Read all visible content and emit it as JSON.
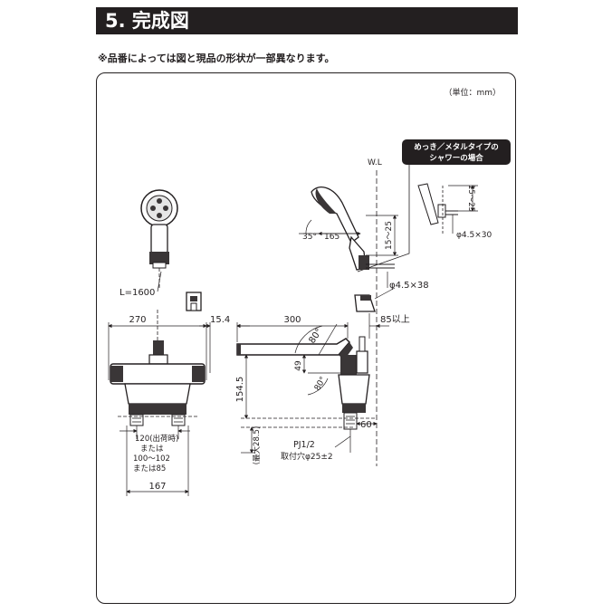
{
  "header": {
    "title": "5. 完成図"
  },
  "note": "※品番によっては図と現品の形状が一部異なります。",
  "unit_label": "（単位：mm）",
  "wl_label": "W.L",
  "inset": {
    "title_line1": "めっき／メタルタイプの",
    "title_line2": "シャワーの場合",
    "dim_height": "15～25",
    "dim_screw": "φ4.5×30"
  },
  "hose_length": "L=1600",
  "dims": {
    "body_width": "270",
    "offset": "15.4",
    "spout_length": "300",
    "wall_clearance": "85以上",
    "spout_angle": "80°",
    "spout_height": "49",
    "body_height": "154.5",
    "base_width": "60",
    "pitch": "120(出荷時)",
    "pitch_alt1": "または",
    "pitch_alt2": "100～102",
    "pitch_alt3": "または85",
    "depth": "167",
    "max_thickness": "(最大28.5)",
    "thread": "PJ1/2",
    "mount_hole": "取付穴φ25±2",
    "lower_angle": "80°",
    "holder_angle": "35°",
    "holder_reach": "165",
    "holder_height": "15～25",
    "holder_screw": "φ4.5×38"
  },
  "colors": {
    "ink": "#231f20",
    "fill_dark": "#3a3637",
    "fill_light": "#e6e6e6"
  }
}
